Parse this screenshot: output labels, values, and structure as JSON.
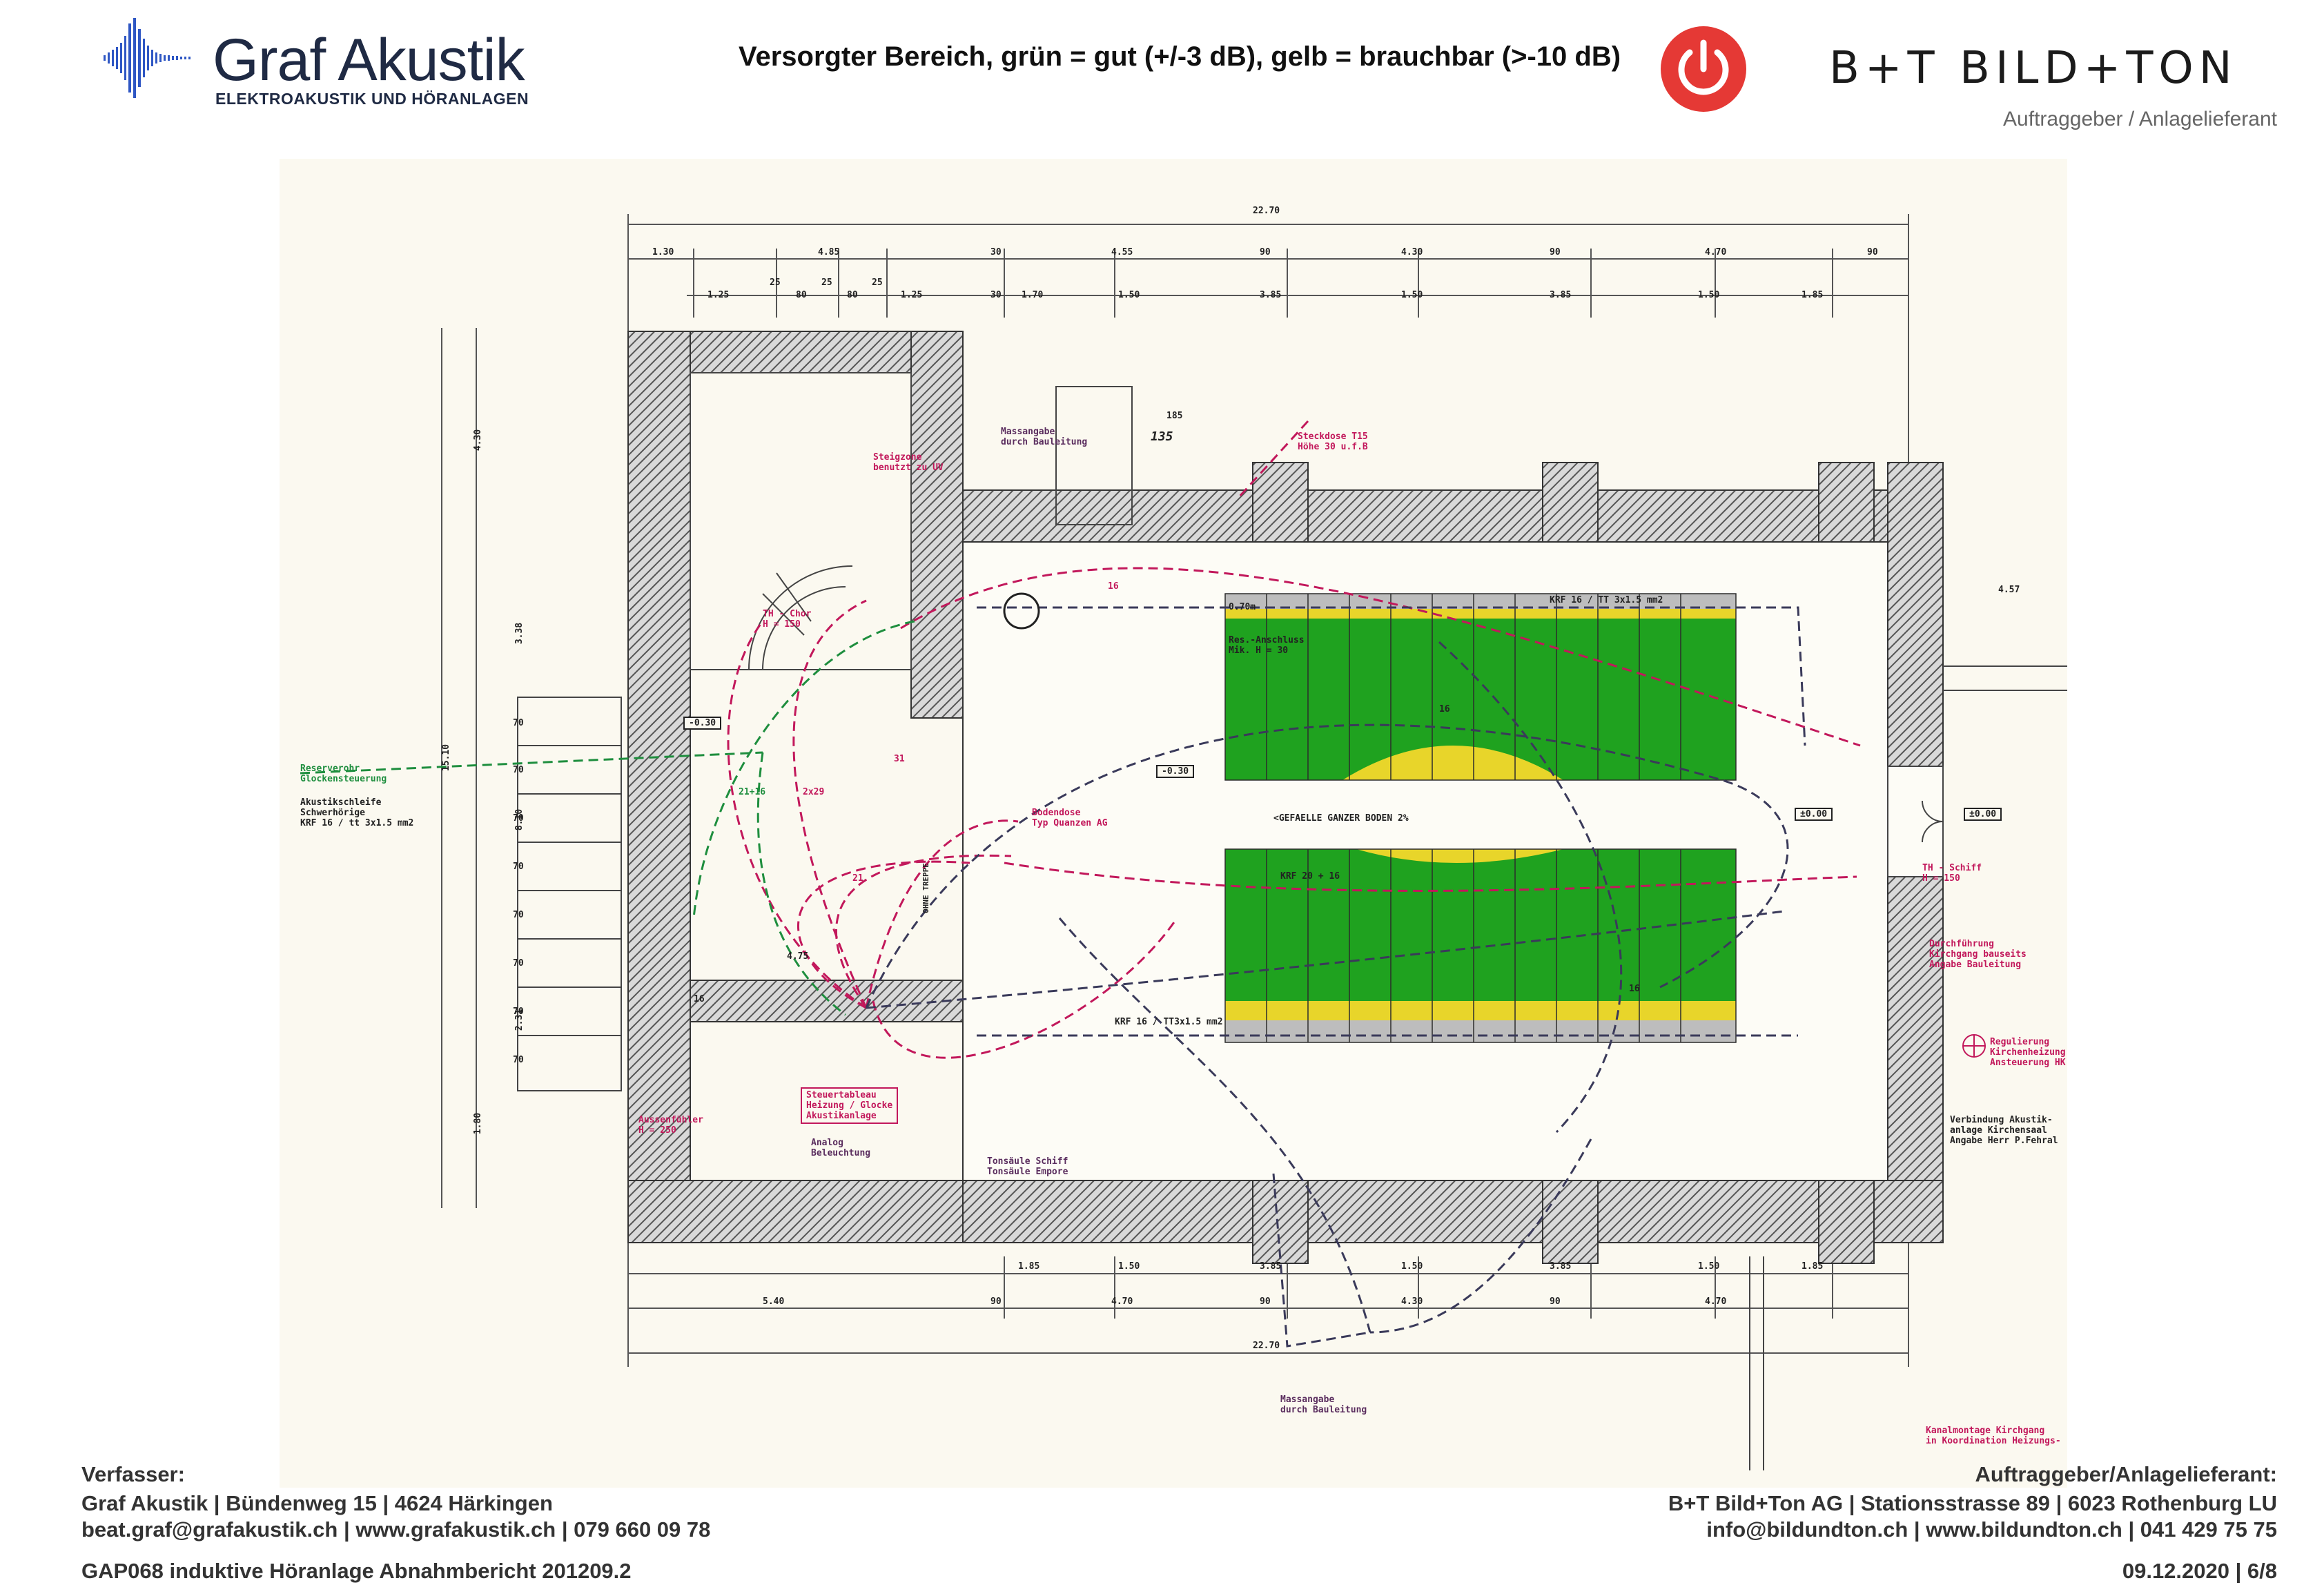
{
  "header": {
    "left_logo_name": "Graf Akustik",
    "left_logo_subtitle": "ELEKTROAKUSTIK UND HÖRANLAGEN",
    "title": "Versorgter Bereich, grün = gut (+/-3 dB), gelb = brauchbar (>-10 dB)",
    "right_logo_name": "B+T BILD+TON",
    "right_logo_subtitle": "Auftraggeber / Anlagelieferant",
    "power_icon_color": "#e53935"
  },
  "plan": {
    "colors": {
      "good": "#1fa21f",
      "usable": "#e8d52a",
      "none": "#bdbdbd",
      "cable_red": "#c2185b",
      "cable_dark": "#3a3a5a",
      "cable_green": "#1e8e3e"
    },
    "dimensions_top_outer": [
      "22.70"
    ],
    "dimensions_top_row1": [
      "1.30",
      "4.85",
      "30",
      "4.55",
      "90",
      "4.30",
      "90",
      "4.70",
      "90"
    ],
    "dimensions_top_row2": [
      "1.25",
      "25",
      "80",
      "25",
      "80",
      "25",
      "1.25",
      "30",
      "1.70",
      "1.50",
      "3.85",
      "1.50",
      "3.85",
      "1.50",
      "1.85"
    ],
    "dimensions_bottom_row1": [
      "1.85",
      "1.50",
      "3.85",
      "1.50",
      "3.85",
      "1.50",
      "1.85"
    ],
    "dimensions_bottom_row2": [
      "5.40",
      "90",
      "4.70",
      "90",
      "4.30",
      "90",
      "4.70"
    ],
    "dimensions_bottom_outer": [
      "22.70"
    ],
    "dimensions_left": [
      "4.30",
      "3.38",
      "15.10",
      "8.10",
      "2.31",
      "1.80"
    ],
    "stair_steps": [
      "70",
      "70",
      "70",
      "70",
      "70",
      "70",
      "70",
      "70"
    ],
    "dim_135": "135",
    "dim_185": "185",
    "dim_457": "4.57",
    "dim_475": "4.75",
    "labels": {
      "steigzone": "Steigzone\nbenutzt zu UV",
      "massangabe_top": "Massangabe\ndurch Bauleitung",
      "steckdose": "Steckdose T15\nHöhe 30 u.f.B",
      "th_chor": "TH - Chor\nH = 150",
      "reserverohr": "Reserverohr\nGlockensteuerung",
      "akustikschleife": "Akustikschleife\nSchwerhörige\nKRF 16 / tt 3x1.5 mm2",
      "bodendose": "Bodendose\nTyp Quanzen AG",
      "res_anschluss": "Res.-Anschluss\nMik. H = 30",
      "krf_top": "KRF 16 / TT 3x1.5 mm2",
      "gefaelle": "<GEFAELLE GANZER BODEN 2%",
      "krf_20": "KRF 20 + 16",
      "krf_bottom": "KRF 16 / TT3x1.5 mm2",
      "th_schiff": "TH - Schiff\nH = 150",
      "durchfuehrung": "Durchführung\nKirchgang bauseits\nAngabe Bauleitung",
      "regulierung": "Regulierung\nKirchenheizung\nAnsteuerung HK",
      "verbindung": "Verbindung Akustik-\nanlage Kirchensaal\nAngabe Herr P.Fehral",
      "aussenfuehler": "Aussenfühler\nH = 250",
      "steuertableau": "Steuertableau\nHeizung / Glocke\nAkustikanlage",
      "analog": "Analog\nBeleuchtung",
      "tonsaeule": "Tonsäule Schiff\nTonsäule Empore",
      "massangabe_bottom": "Massangabe\ndurch Bauleitung",
      "kanalmontage": "Kanalmontage Kirchgang\nin Koordination Heizungs-",
      "level_m030_a": "-0.30",
      "level_m030_b": "-0.30",
      "level_000_a": "±0.00",
      "level_000_b": "±0.00",
      "n_16_a": "16",
      "n_16_b": "16",
      "n_16_c": "16",
      "n_16_d": "16",
      "n_21": "21",
      "n_21_16": "21+16",
      "n_2x29": "2x29",
      "n_31": "31",
      "n_070": "0.70m",
      "ohne_treppe": "OHNE TREPPE"
    }
  },
  "footer": {
    "left_role": "Verfasser:",
    "left_address": "Graf Akustik | Bündenweg 15 | 4624 Härkingen",
    "left_contact": "beat.graf@grafakustik.ch | www.grafakustik.ch | 079 660 09 78",
    "doc_id": "GAP068 induktive Höranlage Abnahmbericht 201209.2",
    "right_role": "Auftraggeber/Anlagelieferant:",
    "right_address": "B+T Bild+Ton AG | Stationsstrasse 89 | 6023 Rothenburg LU",
    "right_contact": "info@bildundton.ch | www.bildundton.ch | 041 429 75 75",
    "date_page": "09.12.2020 | 6/8"
  }
}
